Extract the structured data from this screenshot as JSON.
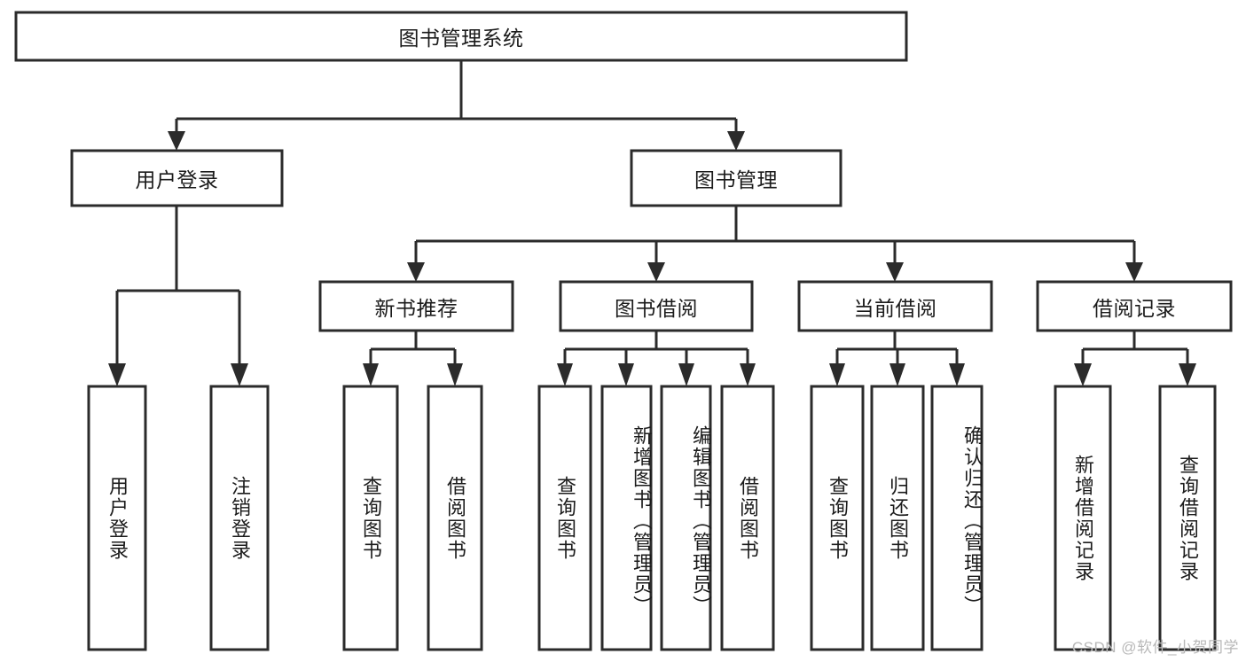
{
  "diagram": {
    "type": "tree-hierarchy",
    "title": "图书管理系统",
    "watermark": "CSDN @软件_小贺同学",
    "colors": {
      "box_stroke": "#2b2b2b",
      "box_fill": "#ffffff",
      "text": "#1b1b1b",
      "background": "#ffffff",
      "watermark": "#b8b8b8"
    },
    "levels": {
      "root": {
        "label": "图书管理系统"
      },
      "level2": [
        {
          "label": "用户登录"
        },
        {
          "label": "图书管理"
        }
      ],
      "level3": [
        {
          "label": "新书推荐"
        },
        {
          "label": "图书借阅"
        },
        {
          "label": "当前借阅"
        },
        {
          "label": "借阅记录"
        }
      ]
    },
    "leaves": {
      "user_login": [
        {
          "label": "用户登录"
        },
        {
          "label": "注销登录"
        }
      ],
      "new_book_recommend": [
        {
          "label": "查询图书"
        },
        {
          "label": "借阅图书"
        }
      ],
      "book_borrow": [
        {
          "label": "查询图书"
        },
        {
          "label": "新增图书（管理员）"
        },
        {
          "label": "编辑图书（管理员）"
        },
        {
          "label": "借阅图书"
        }
      ],
      "current_borrow": [
        {
          "label": "查询图书"
        },
        {
          "label": "归还图书"
        },
        {
          "label": "确认归还（管理员）"
        }
      ],
      "borrow_record": [
        {
          "label": "新增借阅记录"
        },
        {
          "label": "查询借阅记录"
        }
      ]
    }
  }
}
